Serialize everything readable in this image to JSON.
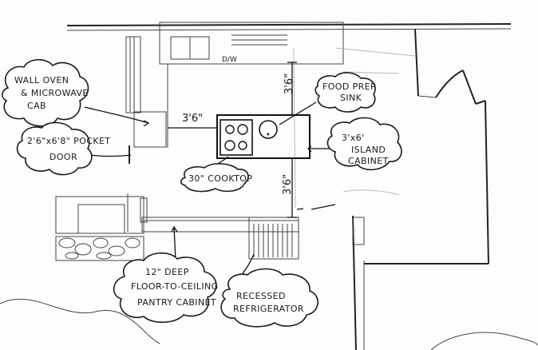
{
  "annotations": {
    "wall_oven": [
      "WALL OVEN",
      "& MICROWAVE",
      "CAB"
    ],
    "pocket_door": [
      "2'6\"x6'8\" POCKET",
      "DOOR"
    ],
    "food_prep_sink": [
      "FOOD PREP",
      "SINK"
    ],
    "island_cabinet": [
      "3'x6'",
      "ISLAND",
      "CABINET"
    ],
    "cooktop": "30\" COOKTOP",
    "pantry": [
      "12\" DEEP",
      "FLOOR-TO-CEILING",
      "PANTRY CABINET"
    ],
    "refrigerator": [
      "RECESSED",
      "REFRIGERATOR"
    ]
  },
  "dimensions": {
    "horizontal": "3'6\"",
    "vertical_top": "3'6\"",
    "vertical_bottom": "3'6\""
  },
  "plan_labels": {
    "dishwasher": "D/W"
  }
}
